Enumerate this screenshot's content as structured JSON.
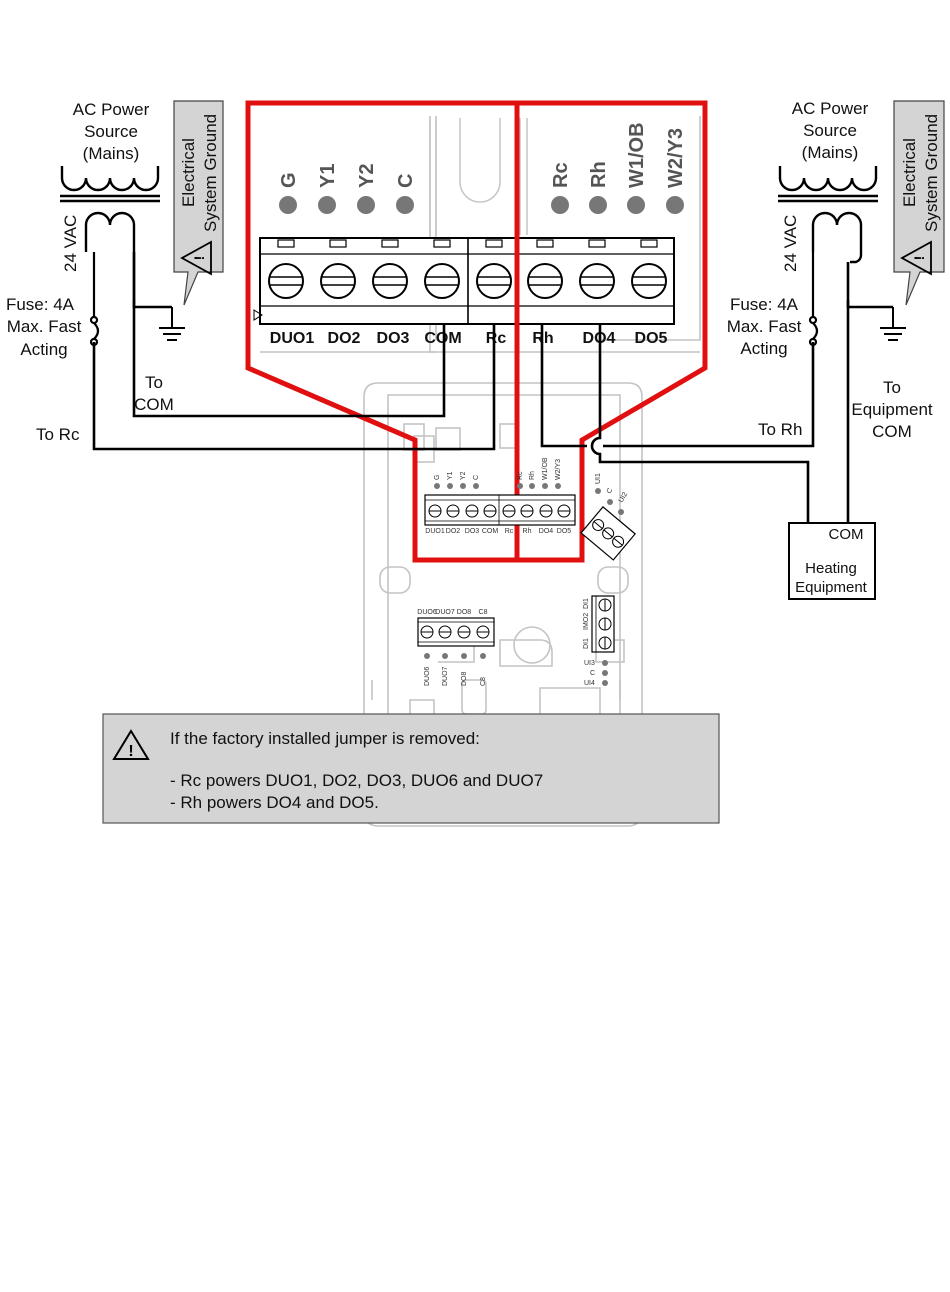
{
  "left_source": {
    "title_lines": [
      "AC Power",
      "Source",
      "(Mains)"
    ],
    "voltage": "24 VAC",
    "ground_lines": [
      "Electrical",
      "System Ground"
    ],
    "fuse_lines": [
      "Fuse: 4A",
      "Max. Fast",
      "Acting"
    ],
    "to_com_lines": [
      "To",
      "COM"
    ],
    "to_rc": "To Rc"
  },
  "right_source": {
    "title_lines": [
      "AC Power",
      "Source",
      "(Mains)"
    ],
    "voltage": "24 VAC",
    "ground_lines": [
      "Electrical",
      "System Ground"
    ],
    "fuse_lines": [
      "Fuse: 4A",
      "Max. Fast",
      "Acting"
    ],
    "to_rh": "To Rh",
    "to_equipment_com_lines": [
      "To",
      "Equipment",
      "COM"
    ]
  },
  "terminal_block": {
    "top_labels": [
      "G",
      "Y1",
      "Y2",
      "C",
      "Rc",
      "Rh",
      "W1/OB",
      "W2/Y3"
    ],
    "bottom_labels": [
      "DUO1",
      "DO2",
      "DO3",
      "COM",
      "Rc",
      "Rh",
      "DO4",
      "DO5"
    ]
  },
  "board": {
    "main_top_labels": [
      "G",
      "Y1",
      "Y2",
      "C",
      "Rc",
      "Rh",
      "W1/OB",
      "W2/Y3"
    ],
    "main_bottom_labels": [
      "DUO1",
      "DO2",
      "DO3",
      "COM",
      "Rc",
      "Rh",
      "DO4",
      "DO5"
    ],
    "ui_labels": [
      "UI1",
      "C",
      "UI2"
    ],
    "lower_block_top": [
      "DUO6",
      "DUO7",
      "DO8",
      "C8"
    ],
    "lower_block_bottom": [
      "DUO6",
      "DUO7",
      "DO8",
      "C8"
    ],
    "side_block": [
      "DI1",
      "IMO2",
      "DI1"
    ],
    "side_dots": [
      "UI3",
      "C",
      "UI4"
    ]
  },
  "heating_equipment": {
    "com": "COM",
    "name_lines": [
      "Heating",
      "Equipment"
    ]
  },
  "note": {
    "heading": "If the factory installed jumper is removed:",
    "lines": [
      "- Rc powers DUO1, DO2, DO3, DUO6 and DUO7",
      "- Rh powers DO4 and DO5."
    ]
  },
  "colors": {
    "highlight": "#e01010",
    "note_background": "#d4d4d4",
    "ground_box_background": "#d4d4d4",
    "terminal_dot": "#777777"
  },
  "icons": [
    "warning-triangle-icon",
    "ground-symbol-icon",
    "fuse-icon",
    "transformer-icon"
  ]
}
